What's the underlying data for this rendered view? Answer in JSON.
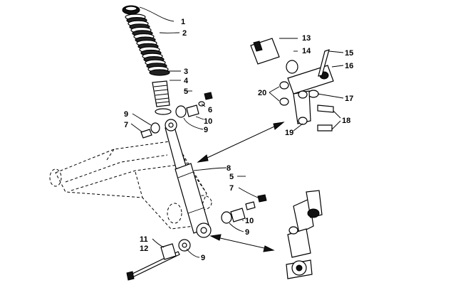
{
  "callouts": [
    "1",
    "2",
    "3",
    "4",
    "5",
    "6",
    "7",
    "8",
    "9",
    "10",
    "11",
    "12",
    "13",
    "14",
    "15",
    "16",
    "17",
    "18",
    "19",
    "20"
  ],
  "colors": {
    "ink": "#000000",
    "paper": "#ffffff"
  }
}
